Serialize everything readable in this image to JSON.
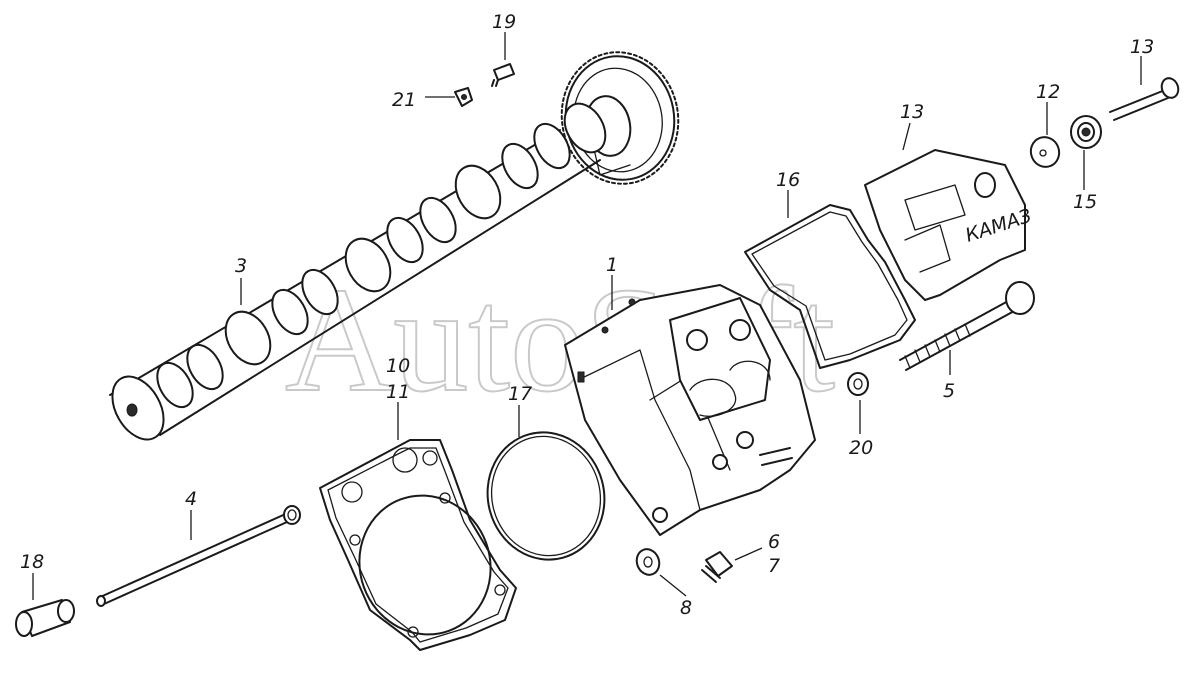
{
  "watermark": "AutoSoft",
  "cover_logo": "КАМАЗ",
  "callouts": [
    {
      "id": "c1",
      "label": "1"
    },
    {
      "id": "c3",
      "label": "3"
    },
    {
      "id": "c4",
      "label": "4"
    },
    {
      "id": "c5",
      "label": "5"
    },
    {
      "id": "c6",
      "label": "6"
    },
    {
      "id": "c7",
      "label": "7"
    },
    {
      "id": "c8",
      "label": "8"
    },
    {
      "id": "c10",
      "label": "10"
    },
    {
      "id": "c11",
      "label": "11"
    },
    {
      "id": "c12",
      "label": "12"
    },
    {
      "id": "c13a",
      "label": "13"
    },
    {
      "id": "c13b",
      "label": "13"
    },
    {
      "id": "c15",
      "label": "15"
    },
    {
      "id": "c16",
      "label": "16"
    },
    {
      "id": "c17",
      "label": "17"
    },
    {
      "id": "c18",
      "label": "18"
    },
    {
      "id": "c19",
      "label": "19"
    },
    {
      "id": "c20",
      "label": "20"
    },
    {
      "id": "c21",
      "label": "21"
    }
  ],
  "colors": {
    "line": "#1a1a1a",
    "watermark": "#c9c9c9",
    "background": "#ffffff"
  }
}
